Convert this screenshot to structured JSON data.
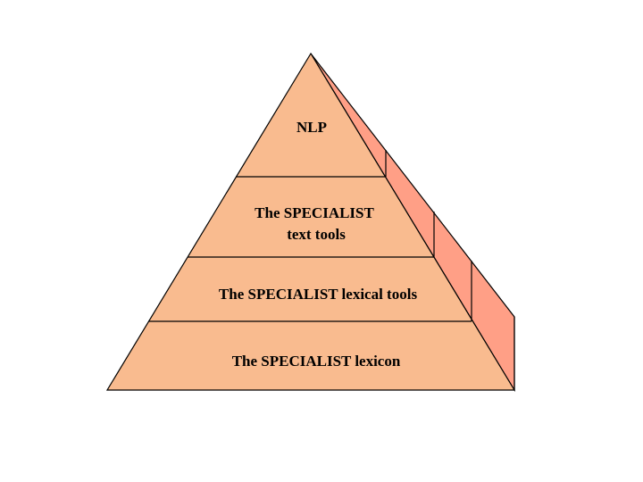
{
  "diagram": {
    "colors": {
      "front_face": "#F9BB8F",
      "side_face": "#FF9F86",
      "outline": "#000000"
    },
    "layers": [
      {
        "lines": [
          "NLP"
        ]
      },
      {
        "lines": [
          "The SPECIALIST",
          "text tools"
        ]
      },
      {
        "lines": [
          "The SPECIALIST lexical tools"
        ]
      },
      {
        "lines": [
          "The SPECIALIST lexicon"
        ]
      }
    ]
  }
}
